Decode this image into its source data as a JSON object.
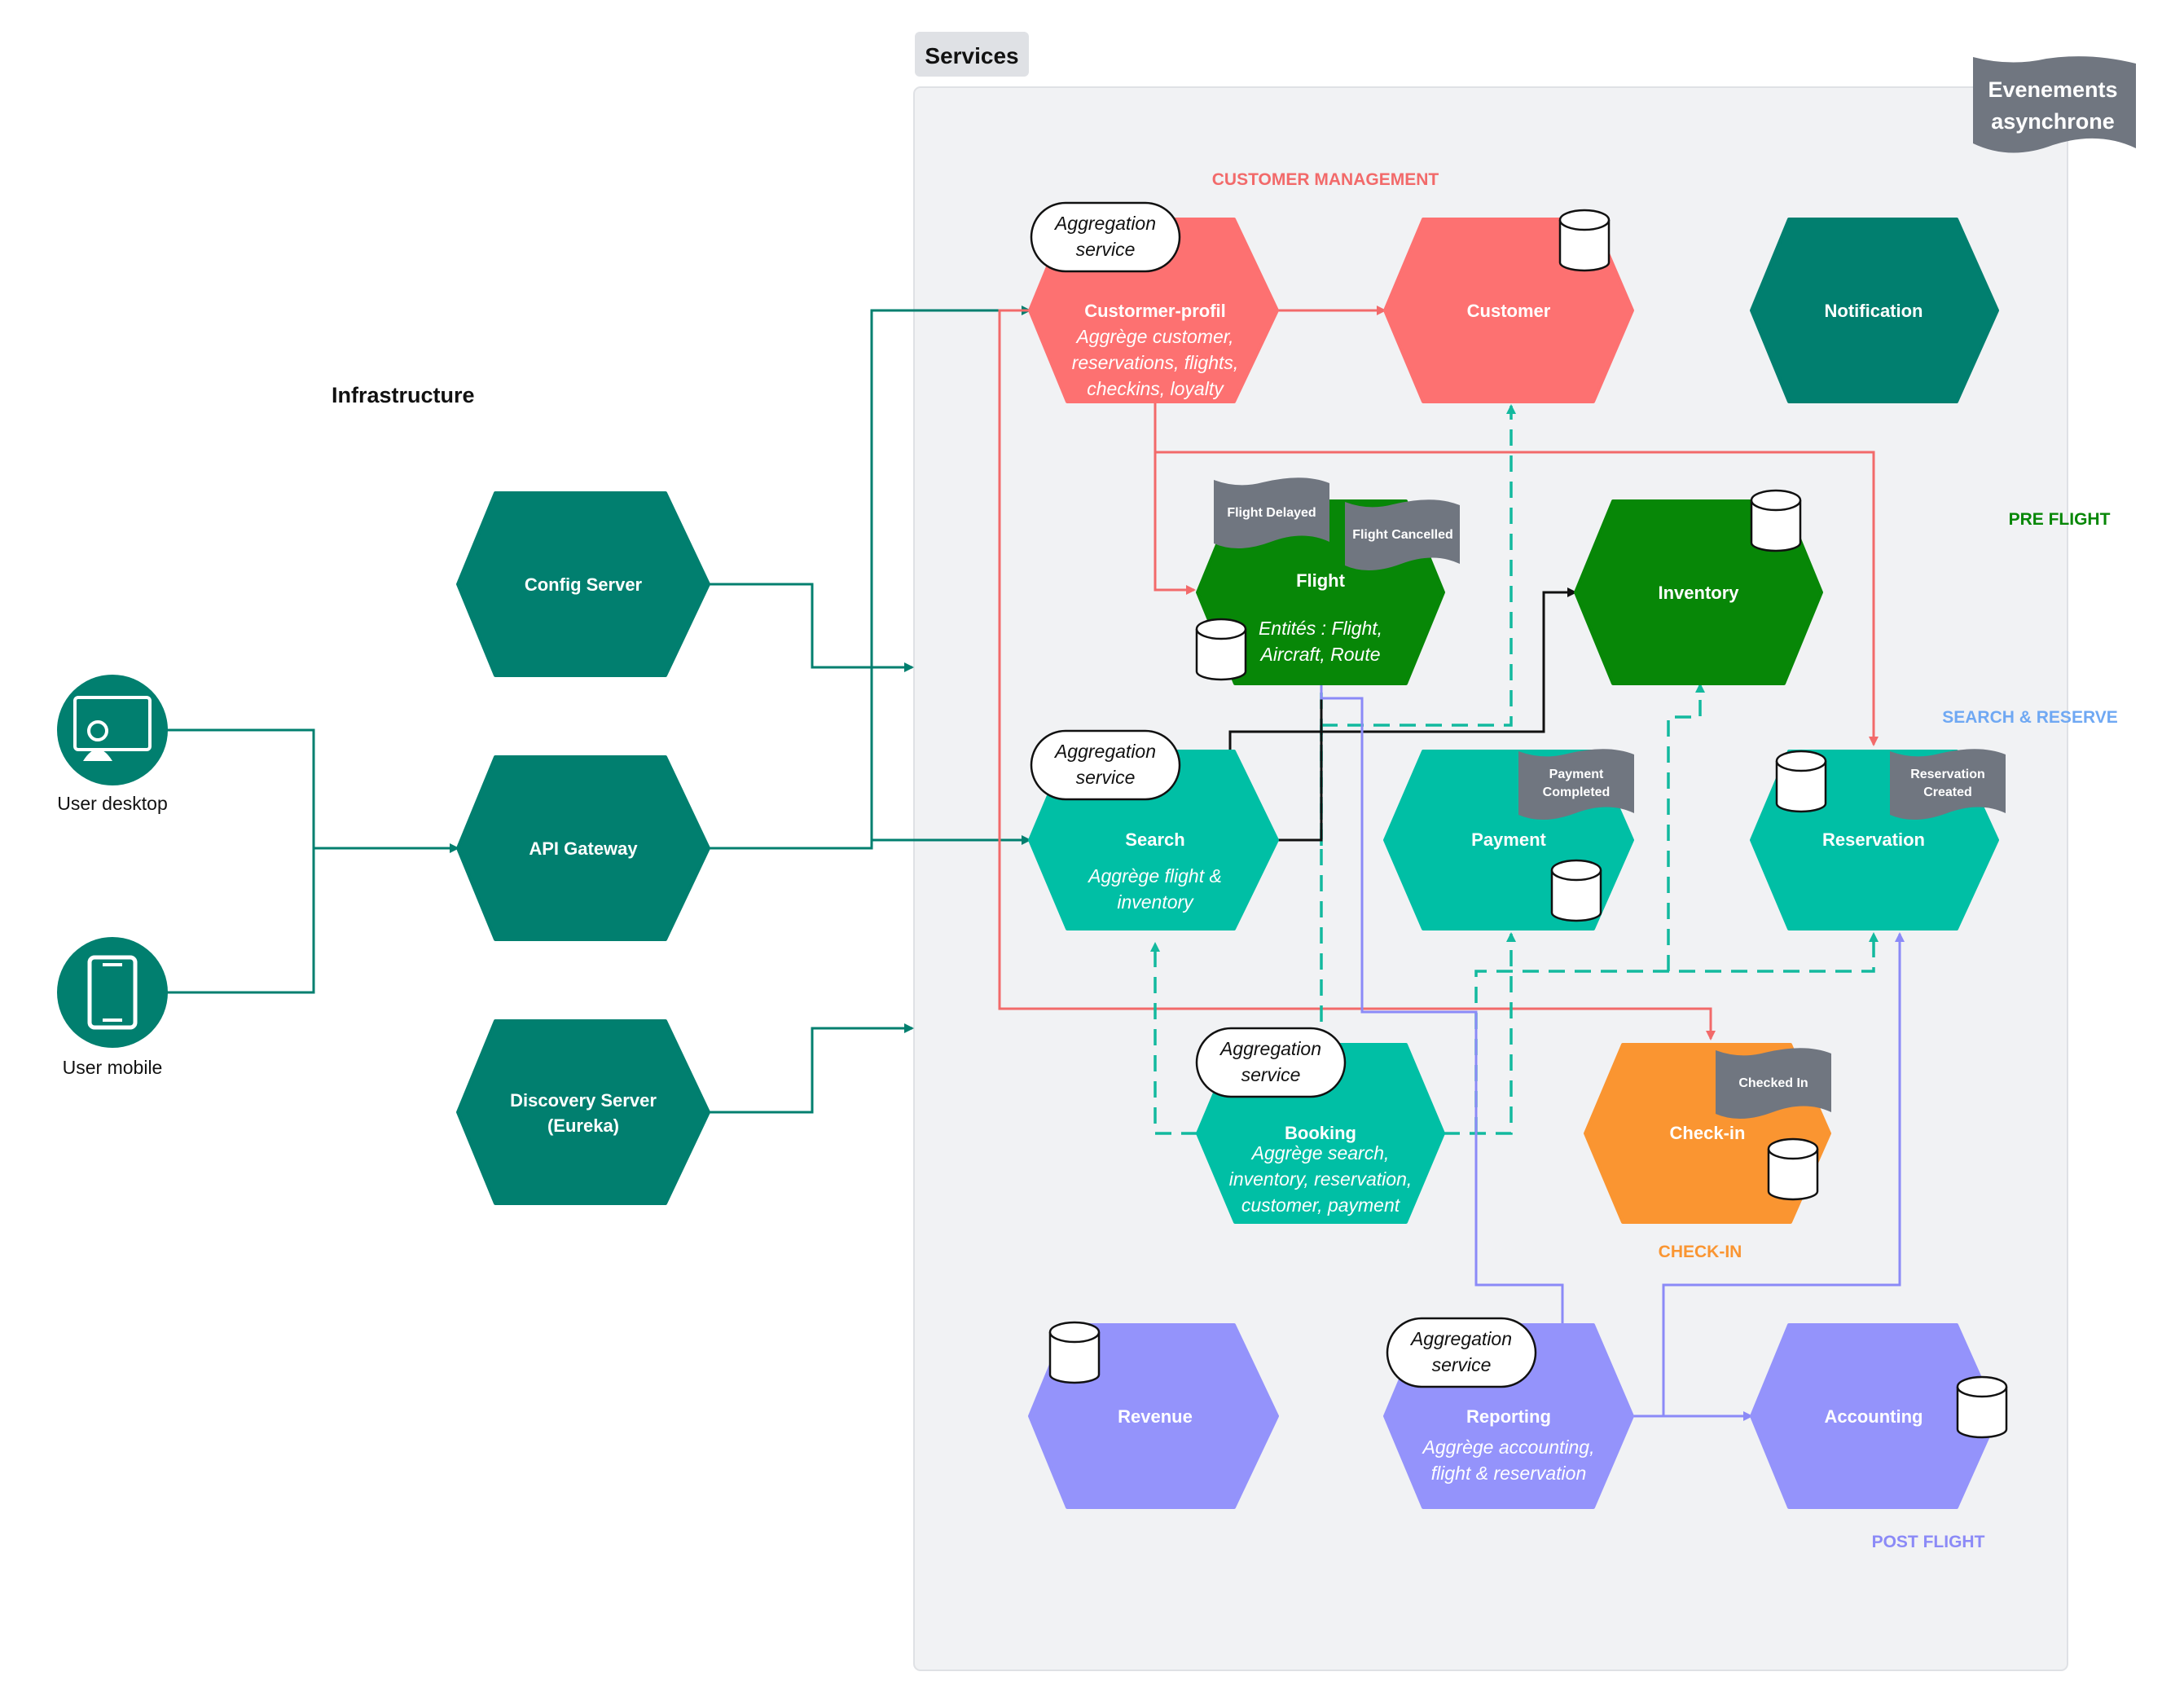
{
  "groups": {
    "services": "Services",
    "infrastructure": "Infrastructure",
    "async_events": [
      "Evenements",
      "asynchrone"
    ]
  },
  "domain_labels": {
    "customer_management": "CUSTOMER MANAGEMENT",
    "pre_flight": "PRE FLIGHT",
    "search_reserve": "SEARCH & RESERVE",
    "check_in": "CHECK-IN",
    "post_flight": "POST FLIGHT"
  },
  "clients": {
    "desktop": "User desktop",
    "mobile": "User mobile"
  },
  "infra": {
    "config": "Config Server",
    "gateway": "API Gateway",
    "discovery": [
      "Discovery Server",
      "(Eureka)"
    ]
  },
  "services": {
    "customer_profil": {
      "title": "Custormer-profil",
      "desc": [
        "Aggrège customer,",
        "reservations, flights,",
        "checkins, loyalty"
      ]
    },
    "customer": {
      "title": "Customer"
    },
    "notification": {
      "title": "Notification"
    },
    "flight": {
      "title": "Flight",
      "desc": [
        "Entités : Flight,",
        "Aircraft, Route"
      ]
    },
    "inventory": {
      "title": "Inventory"
    },
    "search": {
      "title": "Search",
      "desc": [
        "Aggrège flight &",
        "inventory"
      ]
    },
    "payment": {
      "title": "Payment"
    },
    "reservation": {
      "title": "Reservation"
    },
    "booking": {
      "title": "Booking",
      "desc": [
        "Aggrège search,",
        "inventory, reservation,",
        "customer, payment"
      ]
    },
    "checkin": {
      "title": "Check-in"
    },
    "revenue": {
      "title": "Revenue"
    },
    "reporting": {
      "title": "Reporting",
      "desc": [
        "Aggrège accounting,",
        "flight & reservation"
      ]
    },
    "accounting": {
      "title": "Accounting"
    }
  },
  "aggregation_badge": [
    "Aggregation",
    "service"
  ],
  "events": {
    "flight_delayed": [
      "Flight Delayed"
    ],
    "flight_cancelled": [
      "Flight Cancelled"
    ],
    "payment_completed": [
      "Payment",
      "Completed"
    ],
    "reservation_created": [
      "Reservation",
      "Created"
    ],
    "checked_in": [
      "Checked In"
    ]
  },
  "colors": {
    "infra": "#017f6f",
    "customer": "#fd7171",
    "preflight": "#078707",
    "search_reserve": "#00bfa5",
    "checkin": "#fa9531",
    "postflight": "#9493fb",
    "event": "#707680",
    "search_reserve_label": "#6fa8f3"
  }
}
